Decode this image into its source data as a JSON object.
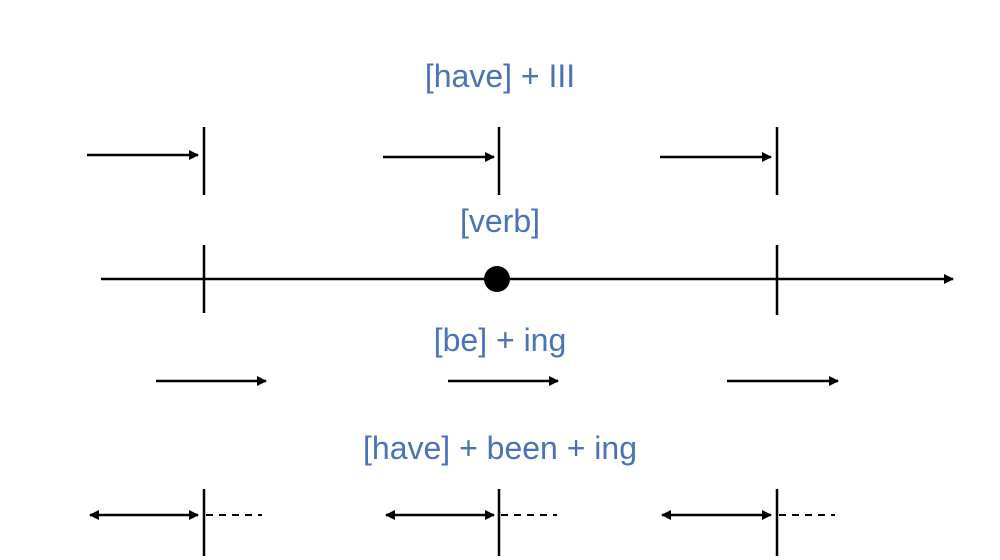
{
  "diagram": {
    "labels": {
      "perfect": "[have] + III",
      "simple": "[verb]",
      "progressive": "[be] + ing",
      "perfect_progressive": "[have] + been + ing"
    },
    "colors": {
      "label_text": "#4a72b6",
      "lines": "#000000"
    }
  }
}
